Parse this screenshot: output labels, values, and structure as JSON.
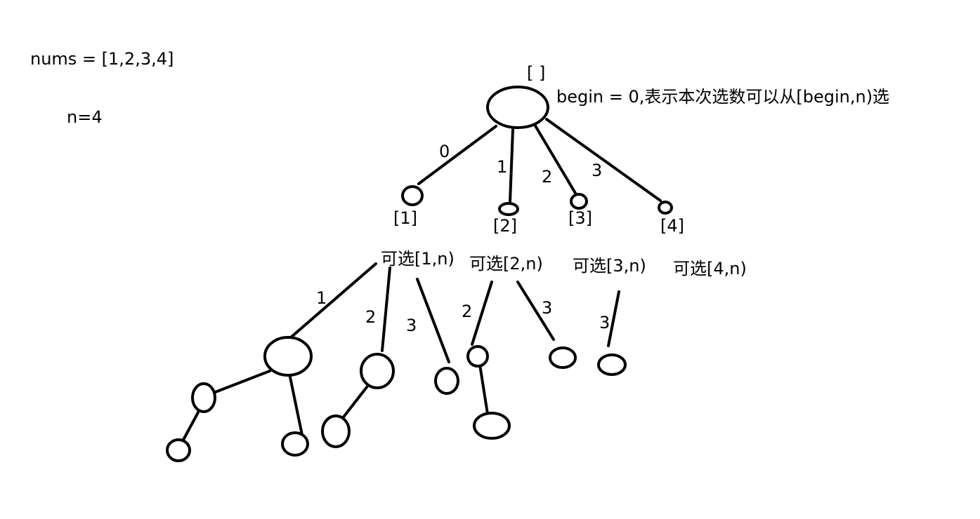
{
  "info": {
    "nums": "nums = [1,2,3,4]",
    "n": "n=4"
  },
  "root": {
    "label": "[ ]",
    "note": "begin = 0,表示本次选数可以从[begin,n)选"
  },
  "level1": {
    "edges": [
      "0",
      "1",
      "2",
      "3"
    ],
    "nodes": [
      "[1]",
      "[2]",
      "[3]",
      "[4]"
    ],
    "ranges": [
      "可选[1,n)",
      "可选[2,n)",
      "可选[3,n)",
      "可选[4,n)"
    ]
  },
  "level2": {
    "edges": [
      "1",
      "2",
      "3",
      "2",
      "3",
      "3"
    ]
  }
}
